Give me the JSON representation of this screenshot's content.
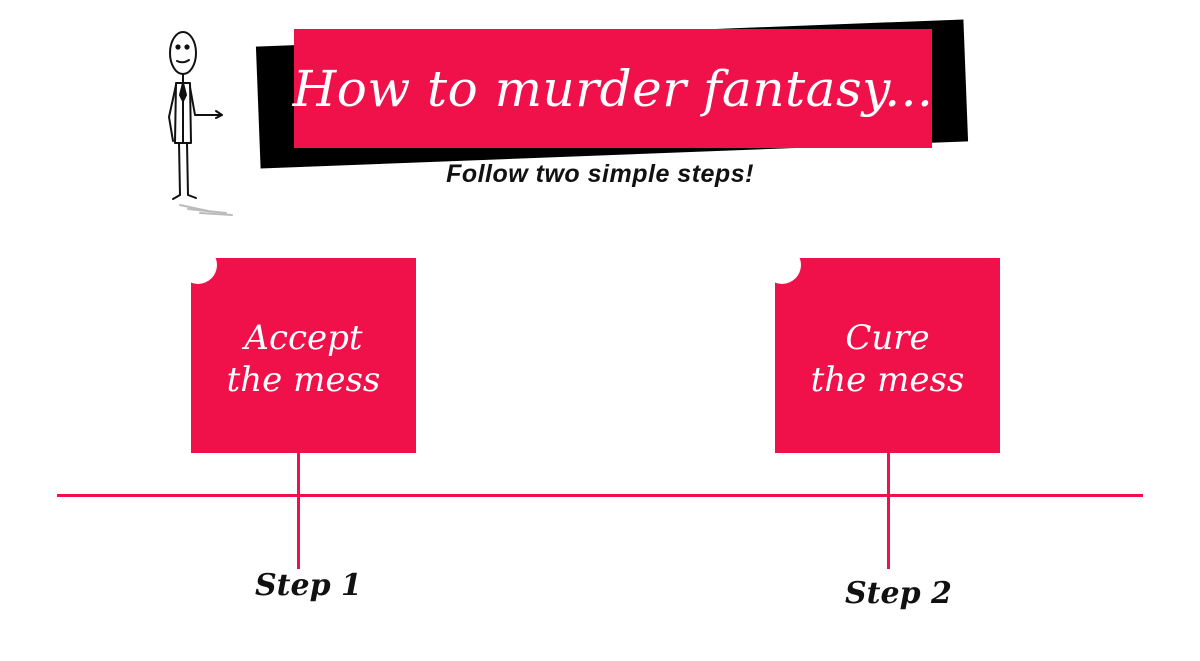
{
  "colors": {
    "accent": "#f0104a",
    "shadow": "#000000",
    "ink": "#111111"
  },
  "header": {
    "title": "How to murder fantasy...",
    "subtitle": "Follow two simple steps!"
  },
  "steps": [
    {
      "card_line1": "Accept",
      "card_line2": "the mess",
      "label": "Step 1"
    },
    {
      "card_line1": "Cure",
      "card_line2": "the mess",
      "label": "Step 2"
    }
  ],
  "illustration": {
    "icon": "stick-figure-presenter-icon"
  }
}
